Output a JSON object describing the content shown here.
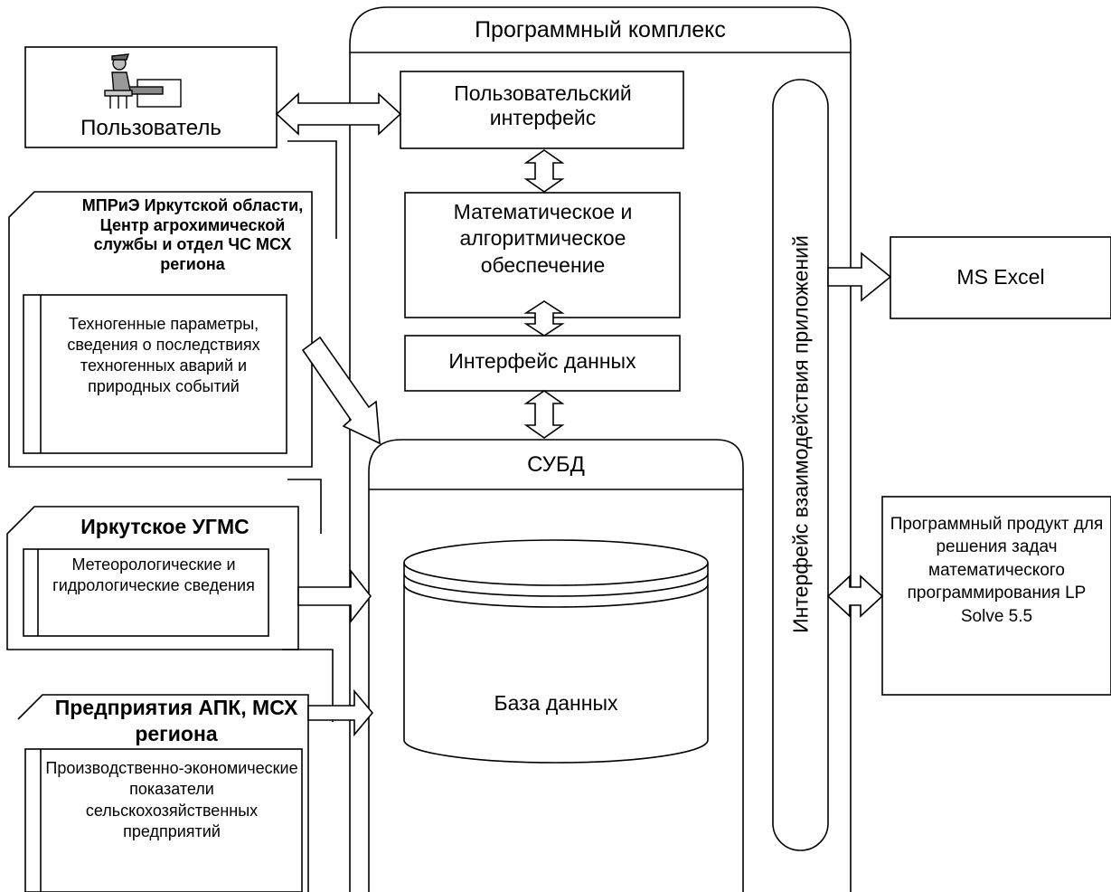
{
  "complex": {
    "title": "Программный комплекс",
    "ui_block": "Пользовательский интерфейс",
    "math_block": "Математическое и алгоритмическое обеспечение",
    "data_interface": "Интерфейс данных",
    "dbms_title": "СУБД",
    "database_label": "База данных",
    "app_interaction_interface": "Интерфейс взаимодействия приложений"
  },
  "user": {
    "label": "Пользователь",
    "icon": "user-at-computer-icon"
  },
  "sources": [
    {
      "org": "МПРиЭ Иркутской области, Центр агрохимической службы и  отдел ЧС МСХ региона",
      "content": "Техногенные параметры, сведения о последствиях техногенных аварий и природных событий"
    },
    {
      "org": "Иркутское УГМС",
      "content": "Метеорологические и гидрологические сведения"
    },
    {
      "org": "Предприятия АПК, МСХ региона",
      "content": "Производственно-экономические показатели сельскохозяйственных предприятий"
    }
  ],
  "external_apps": {
    "excel": "MS Excel",
    "lp_solve": "Программный продукт для решения задач математического программирования LP Solve 5.5"
  }
}
